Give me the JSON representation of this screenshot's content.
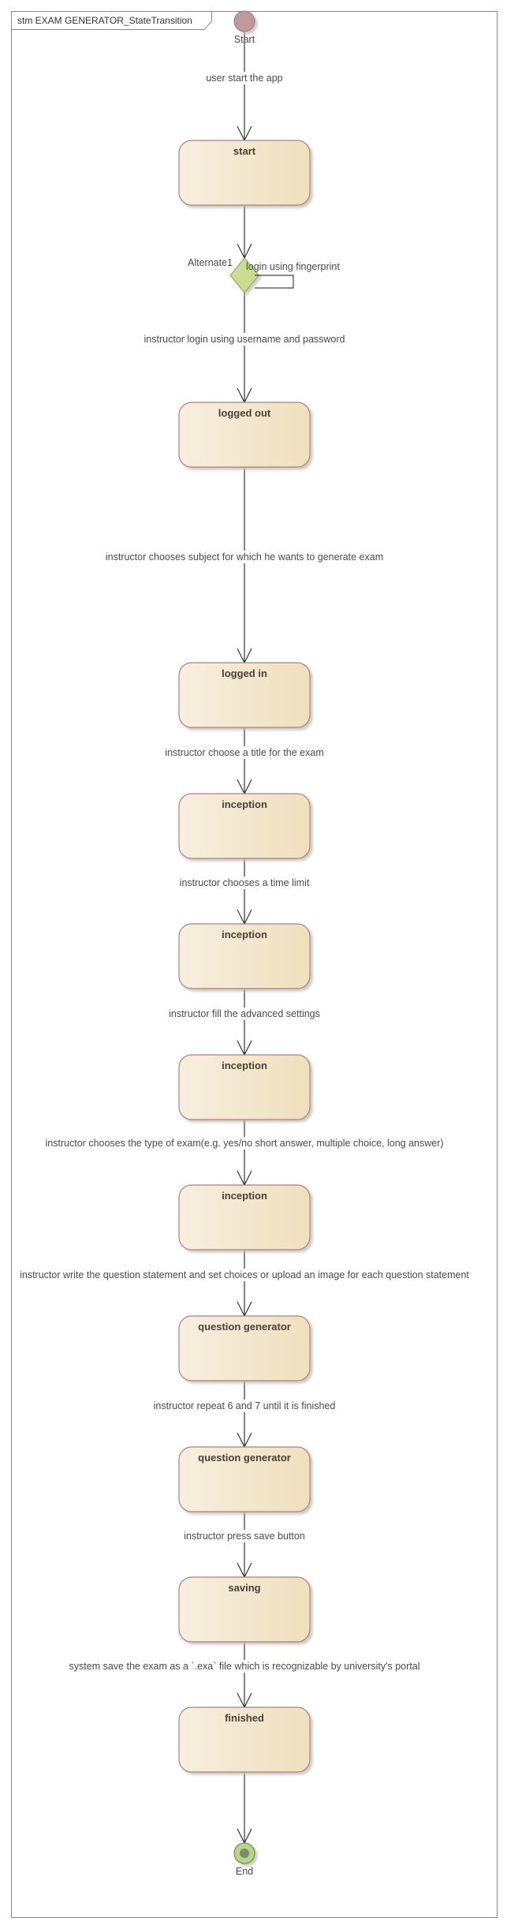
{
  "frame": {
    "title": "stm EXAM GENERATOR_StateTransition"
  },
  "start_label": "Start",
  "end_label": "End",
  "decision": {
    "name": "Alternate1",
    "self_loop_label": "login using fingerprint"
  },
  "states": [
    {
      "name": "start"
    },
    {
      "name": "logged out"
    },
    {
      "name": "logged in"
    },
    {
      "name": "inception"
    },
    {
      "name": "inception"
    },
    {
      "name": "inception"
    },
    {
      "name": "inception"
    },
    {
      "name": "question generator"
    },
    {
      "name": "question generator"
    },
    {
      "name": "saving"
    },
    {
      "name": "finished"
    }
  ],
  "transitions": [
    "user start the app",
    "instructor login using username and password",
    "instructor chooses subject for which he wants to generate exam",
    "instructor choose a title for the exam",
    "instructor chooses a time limit",
    "instructor fill the advanced settings",
    "instructor chooses the type of exam(e.g. yes/no short answer, multiple choice, long answer)",
    "instructor write the question statement and set choices or upload an image for each question statement",
    "instructor repeat 6 and 7 until it is finished",
    "instructor press save button",
    "system save the exam as a `.exa` file which is recognizable by university's portal"
  ],
  "colors": {
    "state_fill_light": "#f7efde",
    "state_fill_dark": "#efe0bd",
    "state_border": "#b08080",
    "decision_fill": "#c9dc8f",
    "initial_fill": "#c09a9a",
    "final_fill": "#b5d68a"
  }
}
